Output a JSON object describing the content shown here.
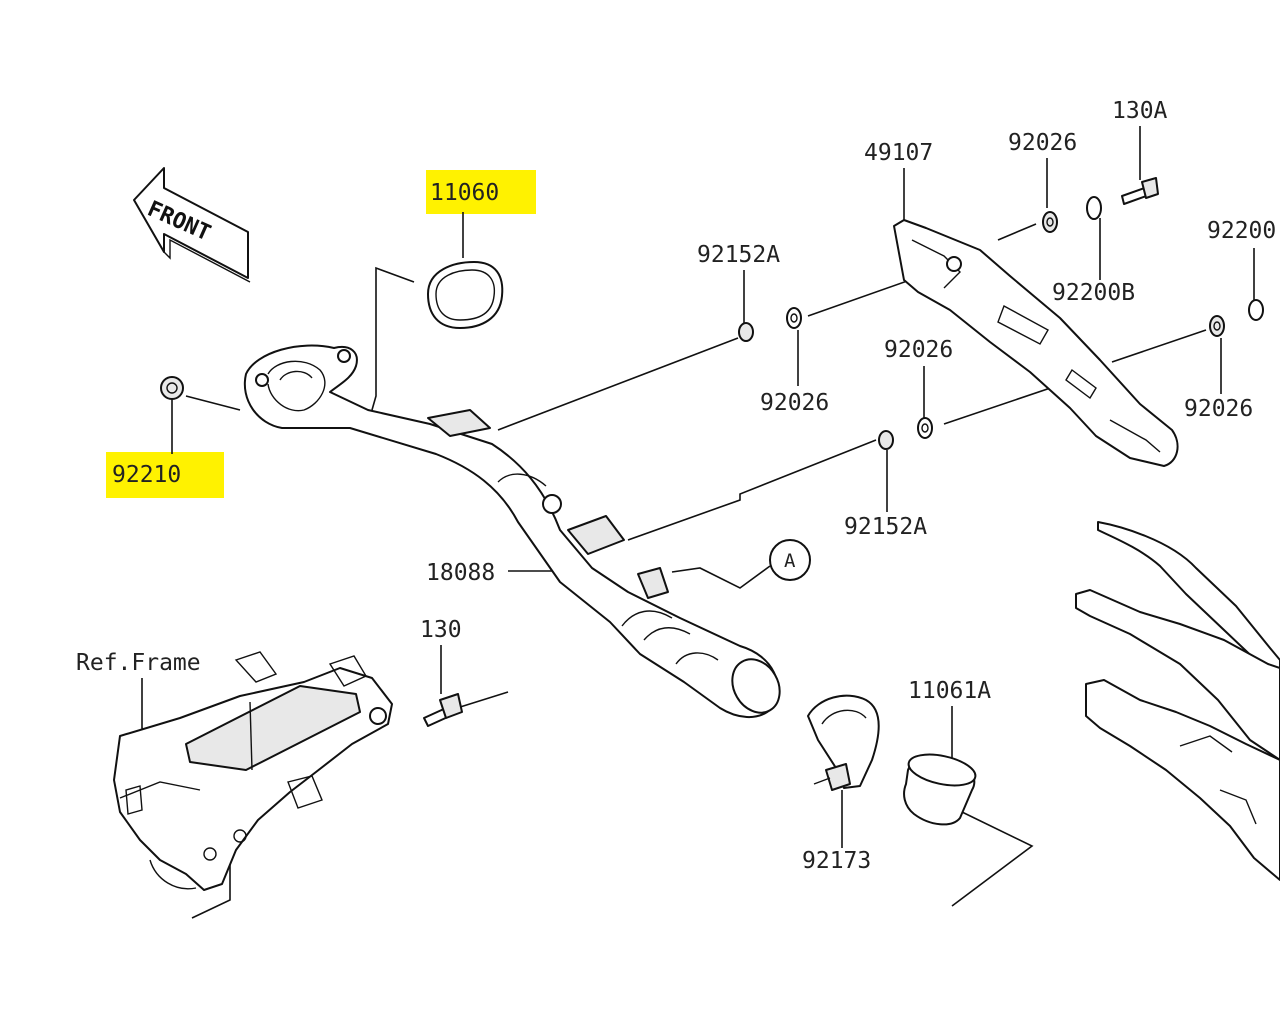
{
  "diagram": {
    "front_arrow_text": "FRONT",
    "highlight_color": "#fff200",
    "labels": {
      "p11060": "11060",
      "p92210": "92210",
      "p92152a_top": "92152A",
      "p92026_a": "92026",
      "p49107": "49107",
      "p92026_top": "92026",
      "p130a": "130A",
      "p92200b": "92200B",
      "p92200_edge": "92200",
      "p92026_mid": "92026",
      "p92026_right": "92026",
      "p92152a_bottom": "92152A",
      "p18088": "18088",
      "callout_a": "A",
      "p130": "130",
      "ref_frame": "Ref.Frame",
      "p11061a": "11061A",
      "p92173": "92173"
    }
  }
}
